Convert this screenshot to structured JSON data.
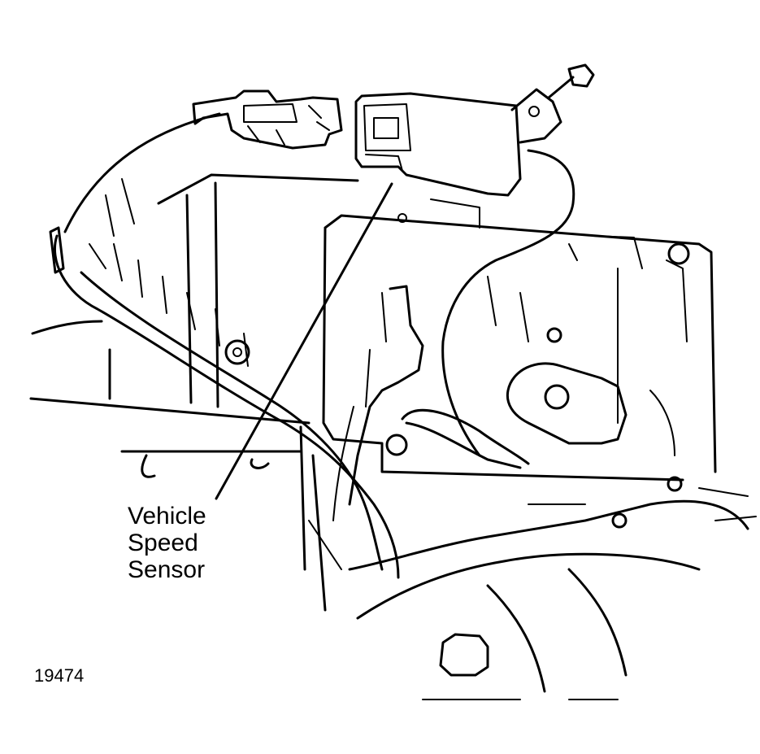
{
  "callout": {
    "line1": "Vehicle",
    "line2": "Speed",
    "line3": "Sensor"
  },
  "figure_number": "19474"
}
